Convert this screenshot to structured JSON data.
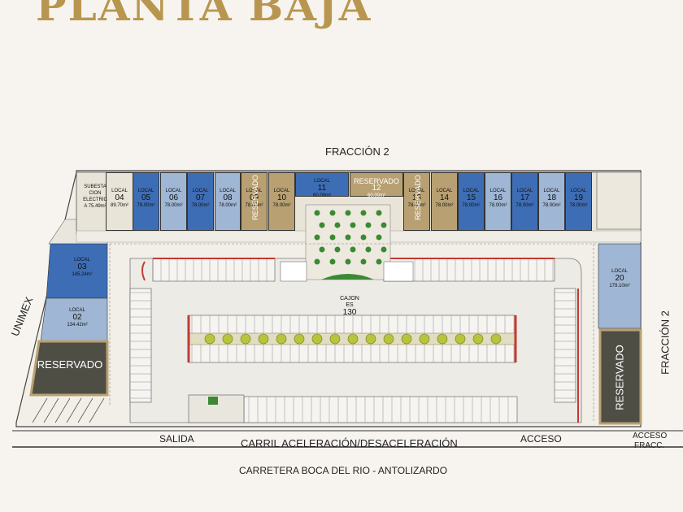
{
  "title": "PLANTA BAJA",
  "labels": {
    "fraccion_top": "FRACCIÓN 2",
    "fraccion_right": "FRACCIÓN 2",
    "unimex": "UNIMEX",
    "salida": "SALIDA",
    "carril": "CARRIL ACELERACIÓN/DESACELERACIÓN",
    "acceso": "ACCESO",
    "acceso_fracc_1": "ACCESO",
    "acceso_fracc_2": "FRACC.",
    "carretera": "CARRETERA BOCA DEL RIO - ANTOLIZARDO",
    "cajones_1": "CAJON",
    "cajones_2": "ES",
    "cajones_3": "130",
    "reservado_left": "RESERVADO",
    "reservado_right": "RESERVADO"
  },
  "units_top": [
    {
      "word": "LOCAL",
      "num": "04",
      "area": "89.70m²"
    },
    {
      "word": "LOCAL",
      "num": "05",
      "area": "78.00m²"
    },
    {
      "word": "LOCAL",
      "num": "06",
      "area": "78.00m²"
    },
    {
      "word": "LOCAL",
      "num": "07",
      "area": "78.00m²"
    },
    {
      "word": "LOCAL",
      "num": "08",
      "area": "78.00m²"
    },
    {
      "word": "LOCAL",
      "num": "09",
      "area": "78.00m²"
    },
    {
      "word": "LOCAL",
      "num": "10",
      "area": "78.00m²"
    },
    {
      "word": "LOCAL",
      "num": "11",
      "area": "60.00m²"
    },
    {
      "word": "RESERVADO",
      "num": "12",
      "area": "60.00m²"
    },
    {
      "word": "LOCAL",
      "num": "13",
      "area": "78.00m²"
    },
    {
      "word": "LOCAL",
      "num": "14",
      "area": "78.00m²"
    },
    {
      "word": "LOCAL",
      "num": "15",
      "area": "78.00m²"
    },
    {
      "word": "LOCAL",
      "num": "16",
      "area": "78.00m²"
    },
    {
      "word": "LOCAL",
      "num": "17",
      "area": "78.00m²"
    },
    {
      "word": "LOCAL",
      "num": "18",
      "area": "78.00m²"
    },
    {
      "word": "LOCAL",
      "num": "19",
      "area": "78.00m²"
    }
  ],
  "reservado_overlays": [
    "RESERVADO",
    "RESERVADO"
  ],
  "subestacion": {
    "l1": "SUBESTA",
    "l2": "CION",
    "l3": "ELECTRIC",
    "l4": "A  75.49m²"
  },
  "local_03": {
    "word": "LOCAL",
    "num": "03",
    "area": "145.24m²"
  },
  "local_02": {
    "word": "LOCAL",
    "num": "02",
    "area": "134.42m²"
  },
  "local_20": {
    "word": "LOCAL",
    "num": "20",
    "area": "179.10m²"
  },
  "colors": {
    "blue": "#3d6db5",
    "tan": "#b8a072",
    "parking": "#ecebe6",
    "green": "#3b8a33",
    "red": "#c23a32",
    "gold": "#b9964f"
  }
}
